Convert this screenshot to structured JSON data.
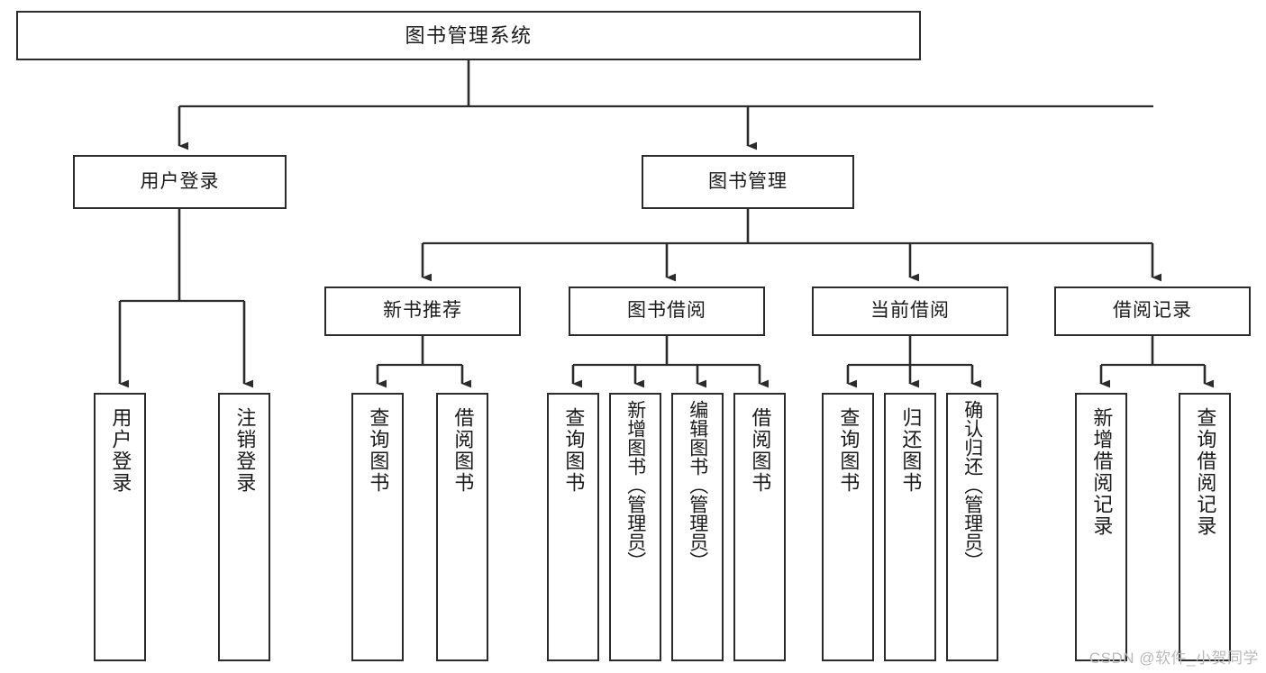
{
  "diagram": {
    "title": "图书管理系统",
    "type": "功能结构图",
    "stroke_color": "#2b2b2b",
    "fill_color": "#ffffff",
    "text_color": "#1a1a1a"
  },
  "nodes": {
    "root": {
      "label": "图书管理系统"
    },
    "level2": [
      {
        "label": "用户登录"
      },
      {
        "label": "图书管理"
      }
    ],
    "level3": [
      {
        "label": "新书推荐"
      },
      {
        "label": "图书借阅"
      },
      {
        "label": "当前借阅"
      },
      {
        "label": "借阅记录"
      }
    ],
    "leaves": [
      {
        "label": "用户登录"
      },
      {
        "label": "注销登录"
      },
      {
        "label": "查询图书"
      },
      {
        "label": "借阅图书"
      },
      {
        "label": "查询图书"
      },
      {
        "label": "新增图书（管理员）"
      },
      {
        "label": "编辑图书（管理员）"
      },
      {
        "label": "借阅图书"
      },
      {
        "label": "查询图书"
      },
      {
        "label": "归还图书"
      },
      {
        "label": "确认归还（管理员）"
      },
      {
        "label": "新增借阅记录"
      },
      {
        "label": "查询借阅记录"
      }
    ]
  },
  "watermark": {
    "text": "CSDN @软件_小贺同学"
  }
}
